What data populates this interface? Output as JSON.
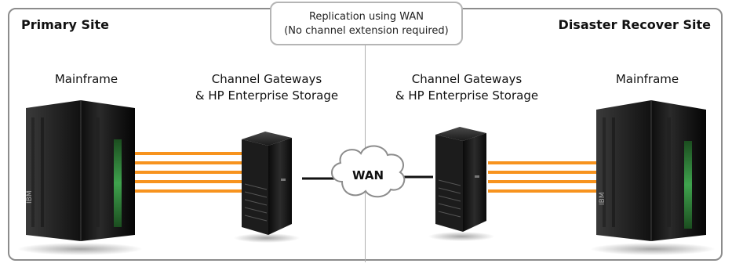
{
  "sites": {
    "primary": "Primary Site",
    "disaster": "Disaster Recover Site"
  },
  "callout": {
    "line1": "Replication using WAN",
    "line2": "(No channel extension required)"
  },
  "labels": {
    "mainframe_left": "Mainframe",
    "mainframe_right": "Mainframe",
    "gateway_left_line1": "Channel Gateways",
    "gateway_left_line2": "& HP Enterprise Storage",
    "gateway_right_line1": "Channel Gateways",
    "gateway_right_line2": "& HP Enterprise Storage"
  },
  "wan": {
    "label": "WAN"
  },
  "colors": {
    "channel_links": "#f7931e",
    "wan_link": "#111111",
    "frame_border": "#8c8c8c",
    "mainframe_accent": "#2e7d32"
  },
  "icons": {
    "mainframe": "mainframe-server-icon",
    "gateway": "storage-tower-icon",
    "wan": "cloud-icon"
  }
}
